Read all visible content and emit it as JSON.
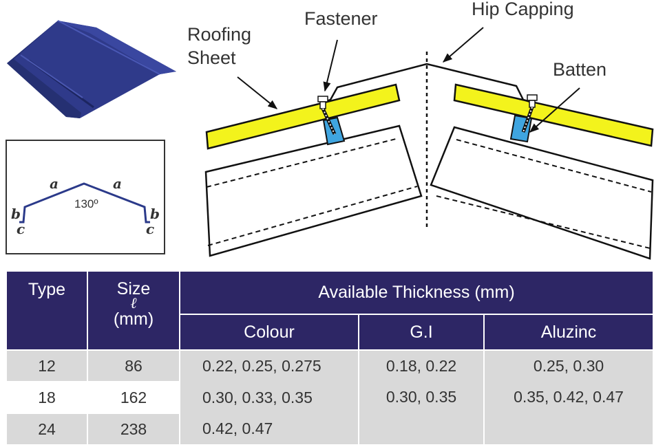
{
  "labels": {
    "roofing_sheet_line1": "Roofing",
    "roofing_sheet_line2": "Sheet",
    "fastener": "Fastener",
    "hip_capping": "Hip Capping",
    "batten": "Batten"
  },
  "profile": {
    "a_left": "a",
    "a_right": "a",
    "angle": "130º",
    "b_left": "b",
    "b_right": "b",
    "c_left": "c",
    "c_right": "c"
  },
  "table": {
    "header": {
      "type": "Type",
      "size": "Size",
      "size_symbol": "ℓ",
      "size_unit": "(mm)",
      "thickness": "Available Thickness (mm)",
      "colour": "Colour",
      "gi": "G.I",
      "aluzinc": "Aluzinc"
    },
    "rows": [
      {
        "type": "12",
        "size": "86",
        "colour": "0.22, 0.25, 0.275",
        "gi": "0.18, 0.22",
        "aluzinc": "0.25, 0.30"
      },
      {
        "type": "18",
        "size": "162",
        "colour": "0.30, 0.33, 0.35",
        "gi": "0.30, 0.35",
        "aluzinc": "0.35, 0.42, 0.47"
      },
      {
        "type": "24",
        "size": "238",
        "colour": "0.42, 0.47"
      }
    ]
  },
  "colors": {
    "header_bg": "#2d2665",
    "cell_bg": "#d9d9d9",
    "roofing_sheet": "#f3f31c",
    "batten": "#3fa5e0",
    "capping": "#2b3a8a"
  }
}
